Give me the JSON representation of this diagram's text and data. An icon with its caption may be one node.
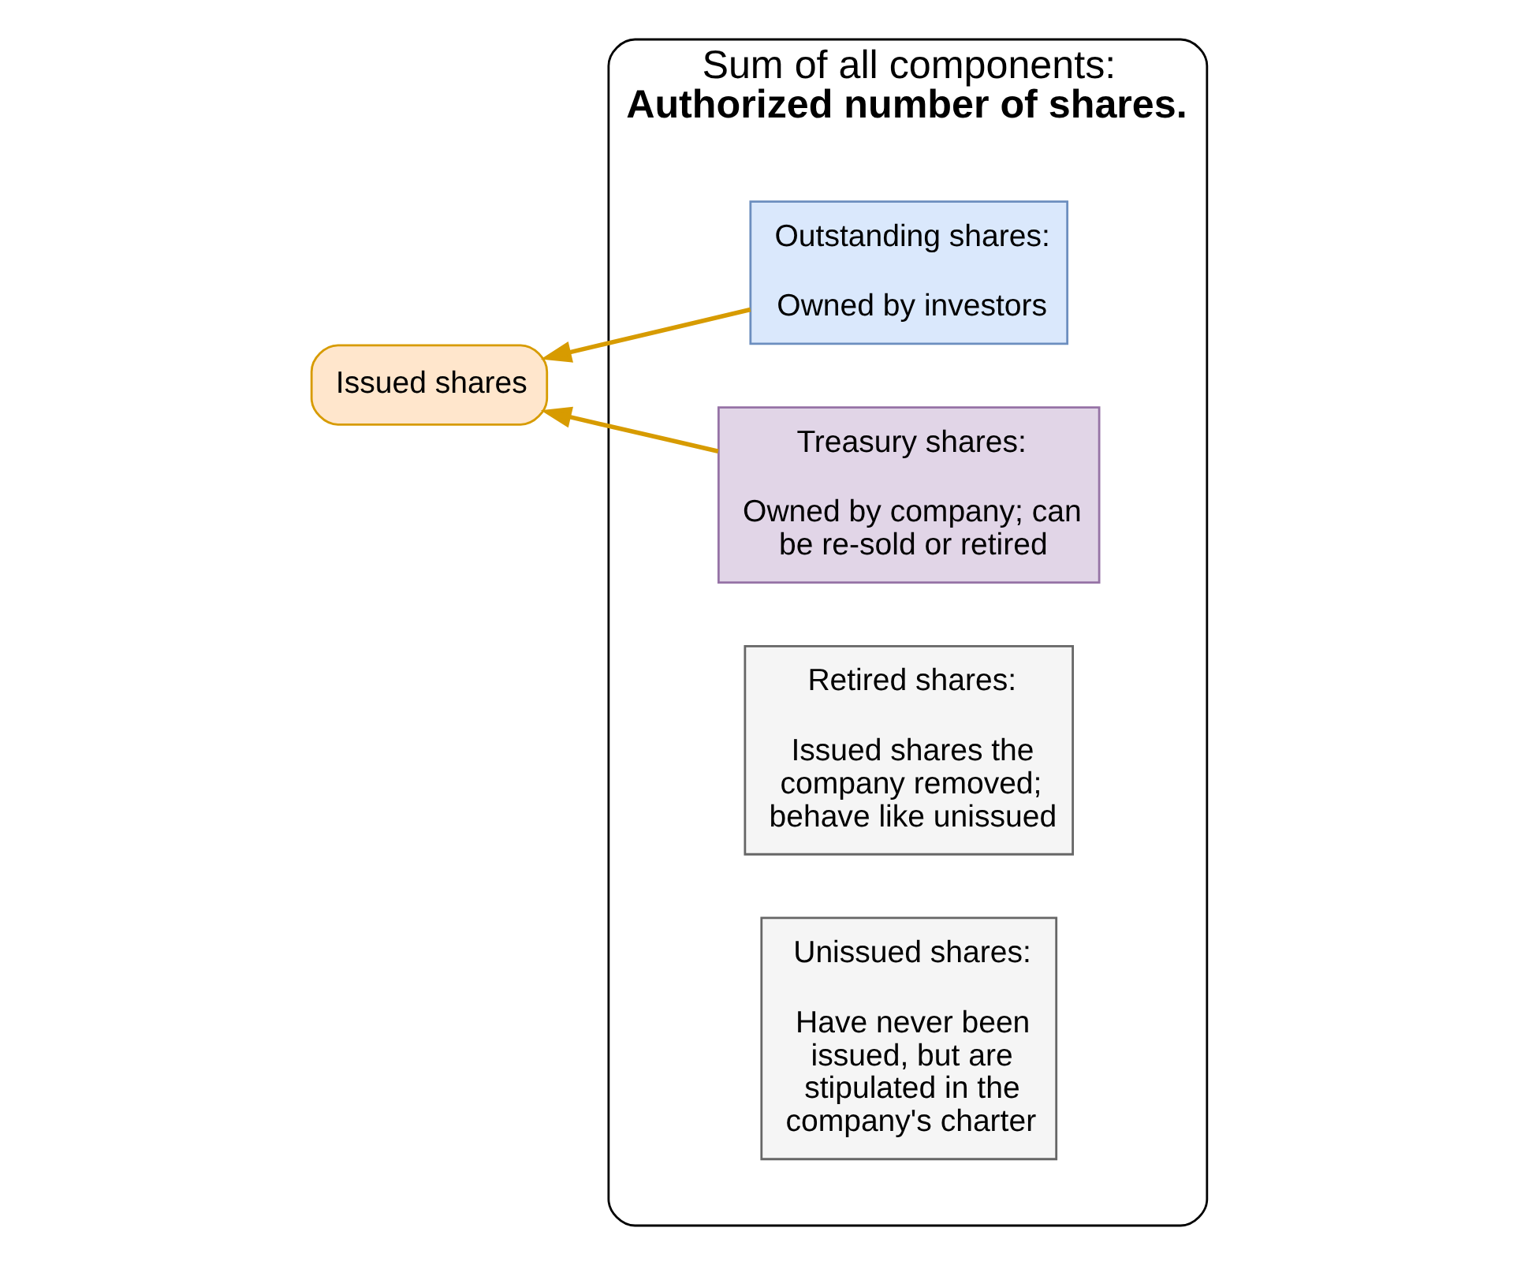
{
  "diagram": {
    "nodes": [
      {
        "text": [
          "Sum of all components:",
          "Authorized number of shares."
        ]
      },
      {
        "text": [
          "Outstanding shares:",
          "Owned by investors"
        ],
        "in": 0
      },
      {
        "text": [
          "Treasury shares:",
          "Owned by company; can be re-sold or retired"
        ],
        "in": 0
      },
      {
        "text": [
          "Retired shares:",
          "Issued shares the company removed; behave like unissued"
        ],
        "in": 0
      },
      {
        "text": [
          "Unissued shares:",
          "Have never been issued, but are stipulated in the company's charter"
        ],
        "in": 0
      },
      {
        "text": [
          "Issued shares"
        ]
      }
    ],
    "edges": [
      {
        "from": 1,
        "to": 5,
        "arrow": "to",
        "color": "#d79b00"
      },
      {
        "from": 2,
        "to": 5,
        "arrow": "to",
        "color": "#d79b00"
      }
    ]
  }
}
